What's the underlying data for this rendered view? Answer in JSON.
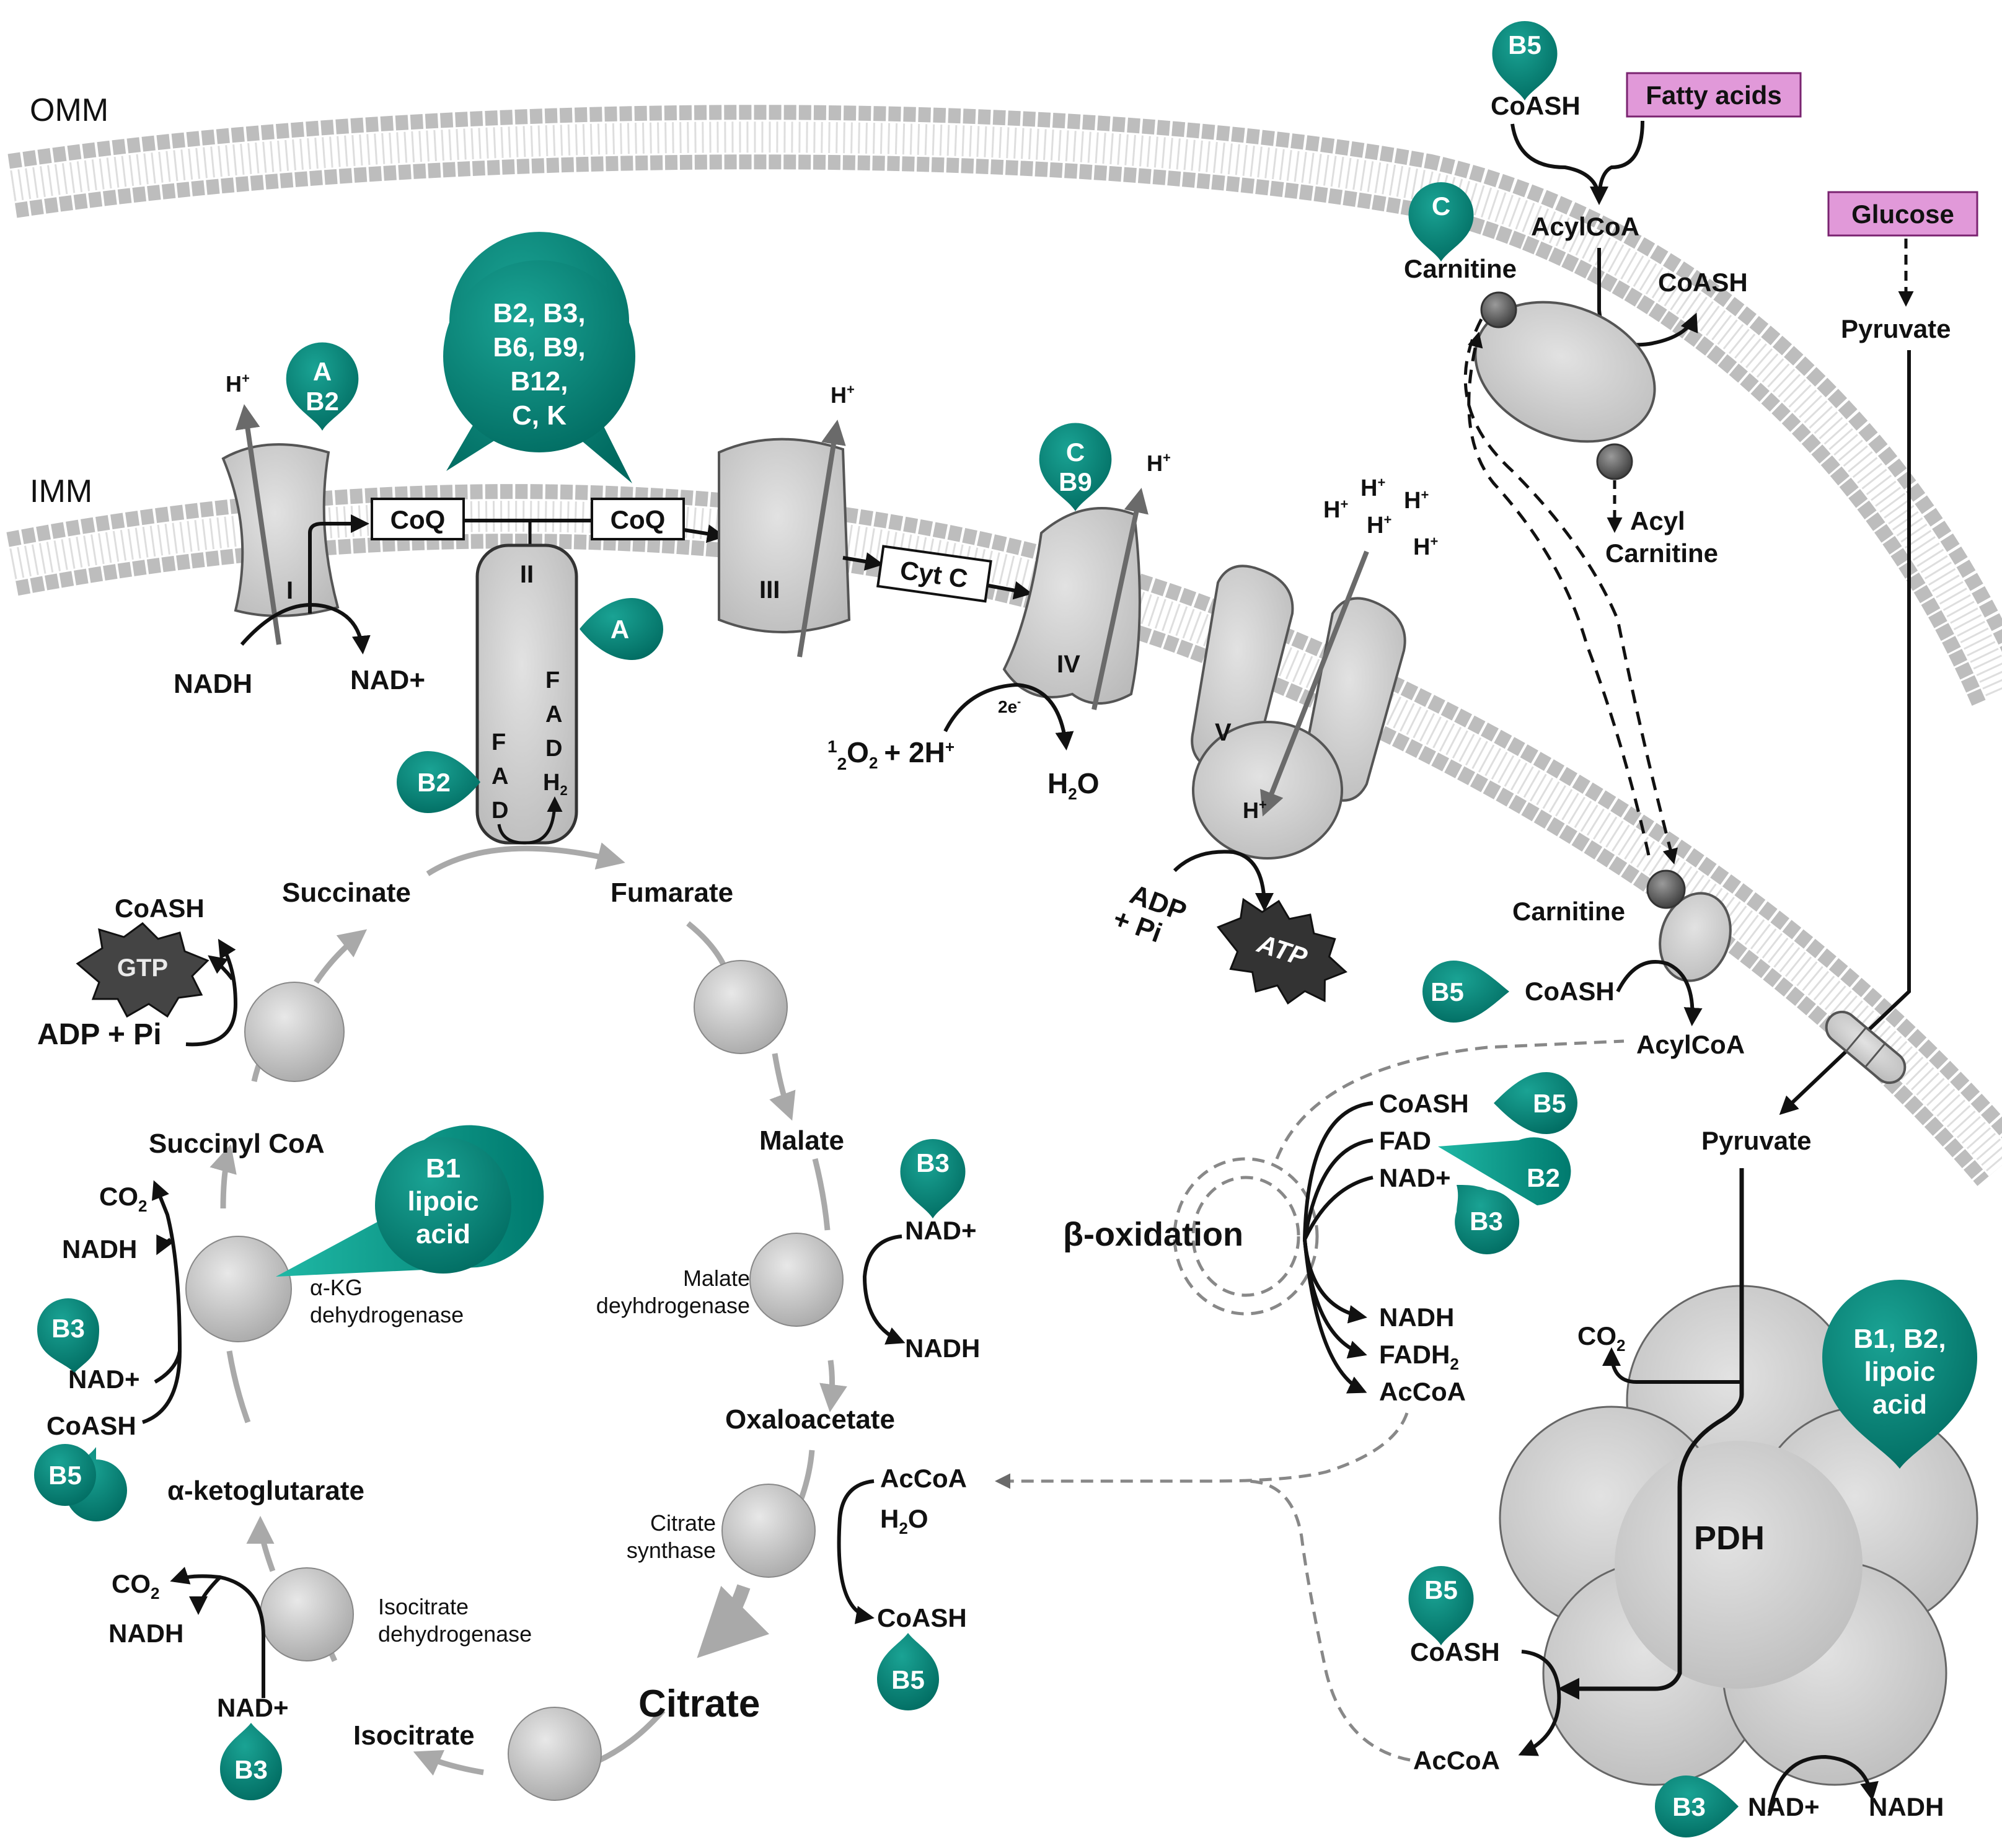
{
  "membranes": {
    "outer": "OMM",
    "inner": "IMM"
  },
  "etc": {
    "complex_I": "I",
    "complex_II": "II",
    "complex_III": "III",
    "complex_IV": "IV",
    "complex_V": "V",
    "coq_left": "CoQ",
    "coq_right": "CoQ",
    "cytc": "Cyt C",
    "h_plus": "H",
    "h_sup": "+",
    "nadh": "NADH",
    "nad_plus": "NAD+",
    "fad_letters": [
      "F",
      "A",
      "D"
    ],
    "fadh2_letters": [
      "F",
      "A",
      "D",
      "H"
    ],
    "fadh2_sub": "2",
    "half_o2_prefix_num": "1",
    "half_o2_prefix_den": "2",
    "o2_rest": "O",
    "o2_sub": "2",
    "o2_tail": "+ 2H",
    "o2_tail_sup": "+",
    "two_e": "2e",
    "two_e_sup": "-",
    "water": "H",
    "water_sub": "2",
    "water_tail": "O",
    "adp_line1": "ADP",
    "adp_line2": "+ Pi",
    "atp": "ATP"
  },
  "vitamins": {
    "complex_I": [
      "A",
      "B2"
    ],
    "coq_bubble": [
      "B2, B3,",
      "B6, B9,",
      "B12,",
      "C, K"
    ],
    "complex_II": "A",
    "fad": "B2",
    "complex_IV": [
      "C",
      "B9"
    ],
    "carnitine": "C",
    "acylcoa_omm": "B5",
    "coash_imm": "B5",
    "beta_coash": "B5",
    "beta_fad": "B2",
    "beta_nad": "B3",
    "pdh": [
      "B1, B2,",
      "lipoic",
      "acid"
    ],
    "pdh_coash": "B5",
    "pdh_nad": "B3",
    "akg": [
      "B1",
      "lipoic",
      "acid"
    ],
    "akg_nad": "B3",
    "akg_coash": "B5",
    "malate_nad": "B3",
    "citrate_coash": "B5",
    "isocitrate_nad": "B3"
  },
  "fatty_acid": {
    "fatty_acids": "Fatty acids",
    "coash_top": "CoASH",
    "acylcoa_top": "AcylCoA",
    "coash_out": "CoASH",
    "carnitine_top": "Carnitine",
    "acyl_carnitine_1": "Acyl",
    "acyl_carnitine_2": "Carnitine",
    "carnitine_bottom": "Carnitine",
    "coash_imm": "CoASH",
    "acylcoa_imm": "AcylCoA"
  },
  "glucose": {
    "glucose": "Glucose",
    "pyruvate_cyto": "Pyruvate",
    "pyruvate_matrix": "Pyruvate"
  },
  "beta_oxidation": {
    "title": "β-oxidation",
    "inputs": [
      "CoASH",
      "FAD",
      "NAD+"
    ],
    "outputs": [
      "NADH",
      "FADH",
      "AcCoA"
    ],
    "fadh_sub": "2"
  },
  "pdh": {
    "label": "PDH",
    "co2": "CO",
    "co2_sub": "2",
    "coash": "CoASH",
    "accoa": "AcCoA",
    "nad": "NAD+",
    "nadh": "NADH"
  },
  "tca": {
    "succinate": "Succinate",
    "fumarate": "Fumarate",
    "malate": "Malate",
    "oxaloacetate": "Oxaloacetate",
    "citrate": "Citrate",
    "isocitrate": "Isocitrate",
    "akg": "α-ketoglutarate",
    "succinyl_coa": "Succinyl CoA",
    "malate_dh_1": "Malate",
    "malate_dh_2": "deyhdrogenase",
    "citrate_syn_1": "Citrate",
    "citrate_syn_2": "synthase",
    "icdh_1": "Isocitrate",
    "icdh_2": "dehydrogenase",
    "akgdh_1": "α-KG",
    "akgdh_2": "dehydrogenase",
    "malate_nad": "NAD+",
    "malate_nadh": "NADH",
    "cs_accoa": "AcCoA",
    "cs_h2o": "H",
    "cs_h2o_sub": "2",
    "cs_h2o_tail": "O",
    "cs_coash": "CoASH",
    "icdh_co2": "CO",
    "icdh_co2_sub": "2",
    "icdh_nadh": "NADH",
    "icdh_nad": "NAD+",
    "akg_co2": "CO",
    "akg_co2_sub": "2",
    "akg_nadh": "NADH",
    "akg_nad": "NAD+",
    "akg_coash": "CoASH",
    "scs_coash": "CoASH",
    "scs_gtp": "GTP",
    "scs_adp": "ADP + Pi"
  },
  "colors": {
    "teal": "#007f73",
    "teal_light": "#14a595",
    "pink": "#e199d9",
    "pink_border": "#7a2370",
    "grey_fill": "#cccccc",
    "grey_stroke": "#555555",
    "arrow_grey": "#a9a9a9"
  }
}
